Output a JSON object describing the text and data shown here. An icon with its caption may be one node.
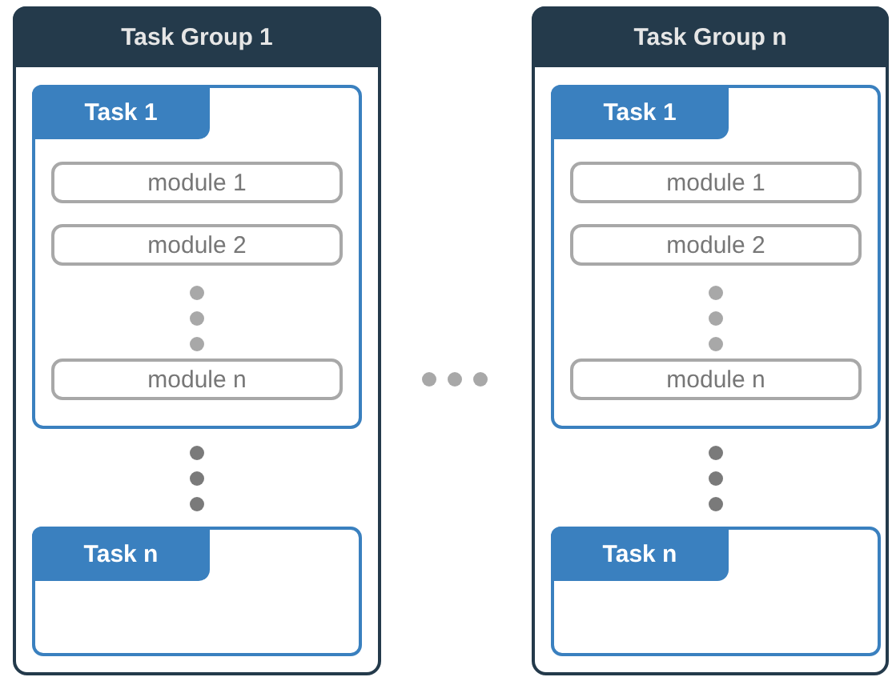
{
  "diagram": {
    "nodes": [
      {
        "text": [
          "Task Group 1"
        ]
      },
      {
        "text": [
          "Task 1"
        ],
        "in": 0
      },
      {
        "text": [
          "module 1"
        ],
        "in": 1
      },
      {
        "text": [
          "module 2"
        ],
        "in": 1
      },
      {
        "text": [
          "module n"
        ],
        "in": 1
      },
      {
        "text": [
          "Task n"
        ],
        "in": 0
      },
      {
        "text": [
          "Task Group n"
        ]
      },
      {
        "text": [
          "Task 1"
        ],
        "in": 6
      },
      {
        "text": [
          "module 1"
        ],
        "in": 7
      },
      {
        "text": [
          "module 2"
        ],
        "in": 7
      },
      {
        "text": [
          "module n"
        ],
        "in": 7
      },
      {
        "text": [
          "Task n"
        ],
        "in": 6
      }
    ]
  }
}
